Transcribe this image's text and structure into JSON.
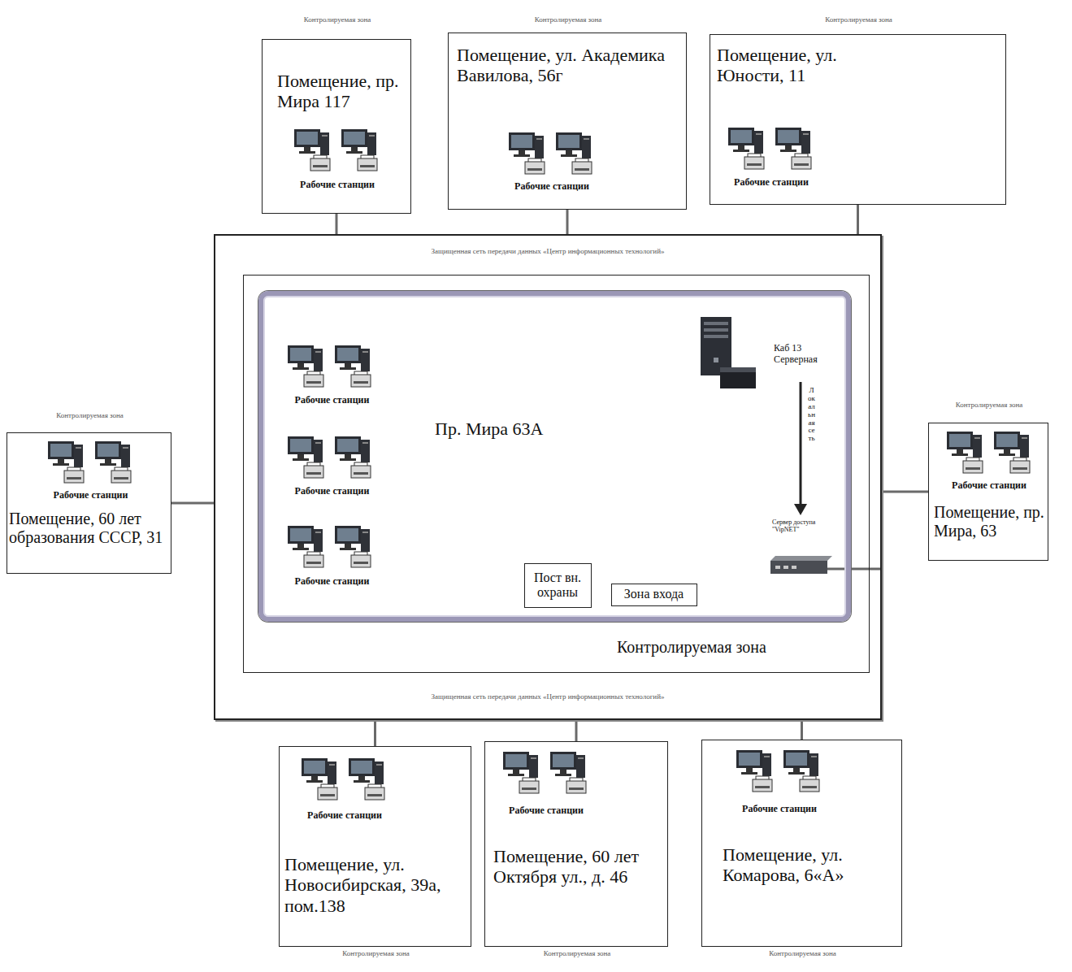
{
  "diagram": {
    "nodes": [
      {
        "text": [
          "Контролируемая зона",
          "Помещение, пр. Мира 117",
          "Рабочие станции"
        ]
      },
      {
        "text": [
          "Контролируемая зона",
          "Помещение, ул. Академика Вавилова, 56г",
          "Рабочие станции"
        ]
      },
      {
        "text": [
          "Контролируемая зона",
          "Помещение, ул. Юности, 11",
          "Рабочие станции"
        ]
      },
      {
        "text": [
          "Контролируемая зона",
          "Рабочие станции",
          "Помещение, 60 лет образования СССР, 31"
        ]
      },
      {
        "text": [
          "Защищенная сеть передачи данных «Центр информационных технологий»",
          "Защищенная сеть передачи данных «Центр информационных технологий»"
        ]
      },
      {
        "text": [
          "Контролируемая зона"
        ],
        "in": 4
      },
      {
        "text": [
          "Рабочие станции",
          "Рабочие станции",
          "Рабочие станции",
          "Пр. Мира 63А",
          "Каб 13 Серверная",
          "Локальная сеть",
          "Сервер доступа \"VipNET\""
        ],
        "in": 5
      },
      {
        "text": [
          "Пост вн. охраны"
        ],
        "in": 6
      },
      {
        "text": [
          "Зона входа"
        ],
        "in": 6
      },
      {
        "text": [
          "Контролируемая зона",
          "Рабочие станции",
          "Помещение, пр. Мира, 63"
        ]
      },
      {
        "text": [
          "Рабочие станции",
          "Помещение, ул. Новосибирская, 39а, пом.138",
          "Контролируемая зона"
        ]
      },
      {
        "text": [
          "Рабочие станции",
          "Помещение, 60 лет Октября ул., д. 46",
          "Контролируемая зона"
        ]
      },
      {
        "text": [
          "Рабочие станции",
          "Помещение, ул. Комарова, 6«А»",
          "Контролируемая зона"
        ]
      }
    ],
    "edges": [
      {
        "from": 0,
        "to": 4,
        "arrow": "none"
      },
      {
        "from": 1,
        "to": 4,
        "arrow": "none"
      },
      {
        "from": 2,
        "to": 4,
        "arrow": "none"
      },
      {
        "from": 3,
        "to": 4,
        "arrow": "none"
      },
      {
        "from": 9,
        "to": 4,
        "arrow": "none"
      },
      {
        "from": 10,
        "to": 4,
        "arrow": "none"
      },
      {
        "from": 11,
        "to": 4,
        "arrow": "none"
      },
      {
        "from": 12,
        "to": 4,
        "arrow": "none"
      }
    ]
  }
}
